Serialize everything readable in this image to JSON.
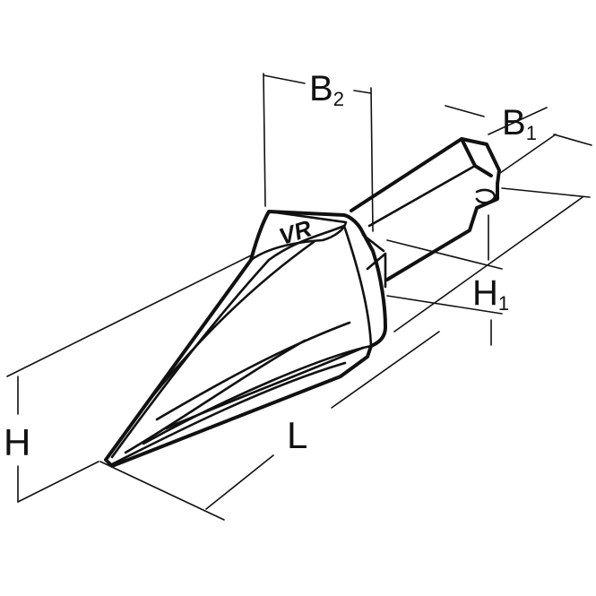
{
  "drawing": {
    "logo_text": "VR",
    "dimensions": {
      "B2": {
        "main": "B",
        "sub": "2"
      },
      "B1": {
        "main": "B",
        "sub": "1"
      },
      "H1": {
        "main": "H",
        "sub": "1"
      },
      "H": {
        "main": "H",
        "sub": ""
      },
      "L": {
        "main": "L",
        "sub": ""
      }
    },
    "colors": {
      "ink": "#111111",
      "paper": "#ffffff"
    }
  }
}
